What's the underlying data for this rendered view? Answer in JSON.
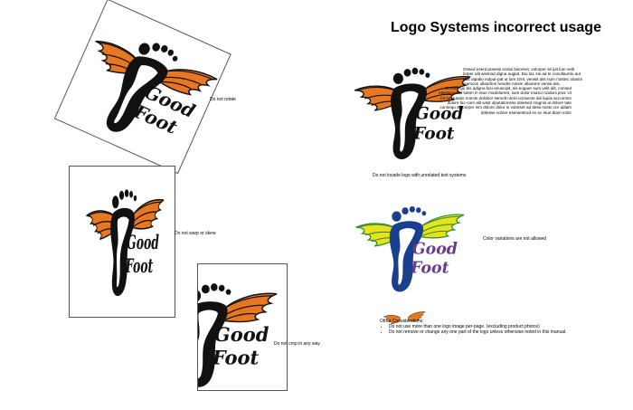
{
  "page": {
    "title": "Logo Systems incorrect usage"
  },
  "brand": {
    "logo_word_1": "Good",
    "logo_word_2": "Foot",
    "colors": {
      "wing_orange": "#e87722",
      "foot_black": "#111111",
      "foot_blue": "#1b3f8f",
      "wing_yellow": "#e8e21a",
      "wing_green": "#2a8a3a",
      "text_purple": "#6a3a8a"
    }
  },
  "examples": {
    "rotate": {
      "caption": "Do not rotate"
    },
    "warp": {
      "caption": "Do not warp or skew"
    },
    "crop": {
      "caption": "Do not crop in any way"
    },
    "invade": {
      "caption": "Do not invade logo with unrelated text systems",
      "filler_paragraph_1": "Onsed esent praessi scidui bisoreet, volorper sit ipit lum velit lorper alit wismod digna augiat. Dui tat, sis ad te conullaortio aut utat utpatio nulput-pat ut lum zzrit, venisit alis num nostinc idusim niamcon ullaortion hendre minim ullaorem venisi-sisi.",
      "filler_paragraph_2": "Et eum qui bis adigna faci eriuscipit, sis euguer sum velit alit, consed elessquamet lutem in etue modoloreet, sum dolor iniusci nciduni prat. Ut int ne autatio noecte dolobor semolt nsciti nonsecte dei liquis accummo dolore fac-cum alit wisit ulputationsse dolesed magnis ai dolore tate consequ amcorper sim dolore dolor in volorset ad delia nosto cor adiam dolesse volore eseraestrud ex ex etue diam volor"
    },
    "color": {
      "caption": "Color variations are not allowed"
    }
  },
  "considerations": {
    "heading": "Other Considerations:",
    "items": [
      "Do not use more than one logo image per-page. (excluding product photos)",
      "Do not remove or change any one part of the logo unless otherwise noted in this manual."
    ]
  }
}
